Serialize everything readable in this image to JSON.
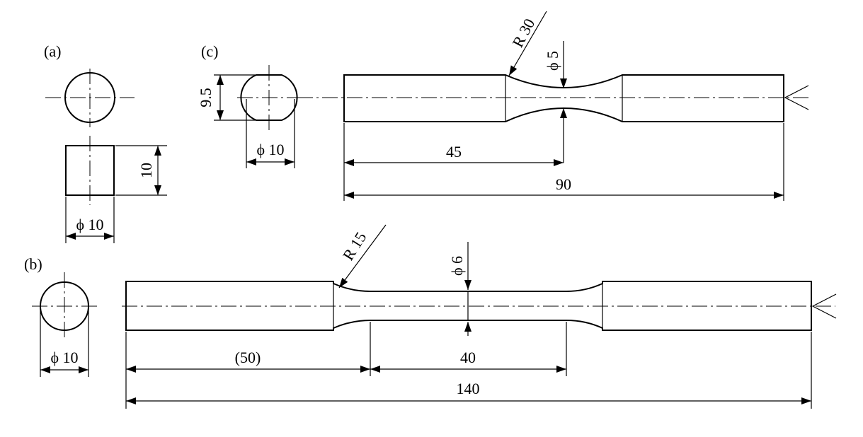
{
  "panels": {
    "a": {
      "label": "(a)",
      "diameter": "ϕ 10",
      "height": "10"
    },
    "b": {
      "label": "(b)",
      "end_diameter": "ϕ 10",
      "radius": "R 15",
      "gauge_diameter": "ϕ 6",
      "shoulder_length": "(50)",
      "gauge_length": "40",
      "total_length": "140"
    },
    "c": {
      "label": "(c)",
      "flat_height": "9.5",
      "end_diameter": "ϕ 10",
      "radius": "R 30",
      "neck_diameter": "ϕ 5",
      "half_length": "45",
      "total_length": "90"
    }
  }
}
